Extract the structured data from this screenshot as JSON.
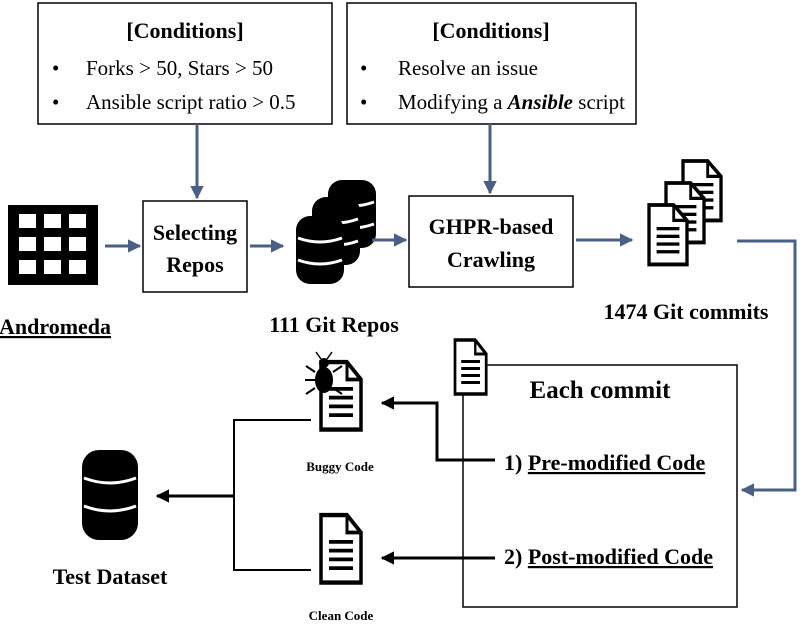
{
  "conditions_left": {
    "title": "[Conditions]",
    "items": [
      "Forks > 50, Stars > 50",
      "Ansible script ratio > 0.5"
    ]
  },
  "conditions_right": {
    "title": "[Conditions]",
    "item1": "Resolve an issue",
    "item2_prefix": "Modifying a ",
    "item2_emph": "Ansible",
    "item2_suffix": " script"
  },
  "bullet_char": "•",
  "nodes": {
    "andromeda": "Andromeda",
    "selecting_line1": "Selecting",
    "selecting_line2": "Repos",
    "git_repos": "111 Git Repos",
    "crawl_line1": "GHPR-based",
    "crawl_line2": "Crawling",
    "git_commits": "1474 Git commits",
    "each_commit": "Each commit",
    "pre_num": "1) ",
    "pre_label": "Pre-modified Code",
    "post_num": "2) ",
    "post_label": "Post-modified Code",
    "buggy_code": "Buggy Code",
    "clean_code": "Clean Code",
    "test_dataset": "Test Dataset"
  },
  "colors": {
    "arrow_blue": "#4a5f86",
    "stroke": "#000000"
  },
  "icons": [
    "grid-icon",
    "database-stack-icon",
    "documents-stack-icon",
    "document-icon",
    "bug-icon",
    "database-icon"
  ]
}
